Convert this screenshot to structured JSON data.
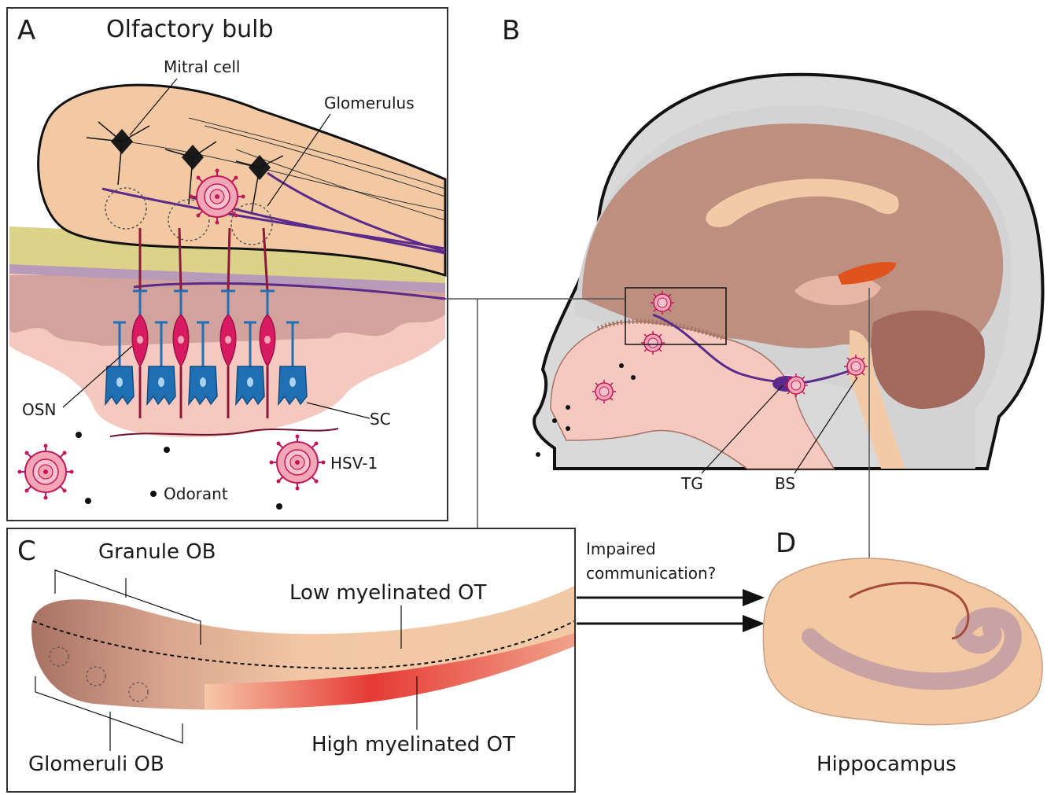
{
  "panels": {
    "a": {
      "letter": "A",
      "title": "Olfactory bulb",
      "labels": {
        "mitral_cell": "Mitral cell",
        "glomerulus": "Glomerulus",
        "osn": "OSN",
        "sc": "SC",
        "hsv": "HSV-1",
        "odorant": "Odorant"
      }
    },
    "b": {
      "letter": "B",
      "labels": {
        "tg": "TG",
        "bs": "BS"
      }
    },
    "c": {
      "letter": "C",
      "labels": {
        "granule_ob": "Granule OB",
        "low_myelinated": "Low myelinated OT",
        "high_myelinated": "High myelinated OT",
        "glomeruli_ob": "Glomeruli OB"
      }
    },
    "d": {
      "letter": "D",
      "title": "Hippocampus",
      "arrow_text": [
        "Impaired",
        "communication?"
      ]
    }
  },
  "colors": {
    "skin": "#f3c9a3",
    "brain": "#bc8f80",
    "brain_dark": "#a67363",
    "cerebellum": "#a2695c",
    "skull": "#d8d8d8",
    "nasal": "#f6c9c0",
    "osn": "#d81b60",
    "sc": "#1f6fb5",
    "nerve": "#5b2a8a",
    "virus": "#f0a4b3",
    "myelin_high": "#e02e2e",
    "bone": "#dcd38a",
    "bs_red": "#e0531d"
  }
}
